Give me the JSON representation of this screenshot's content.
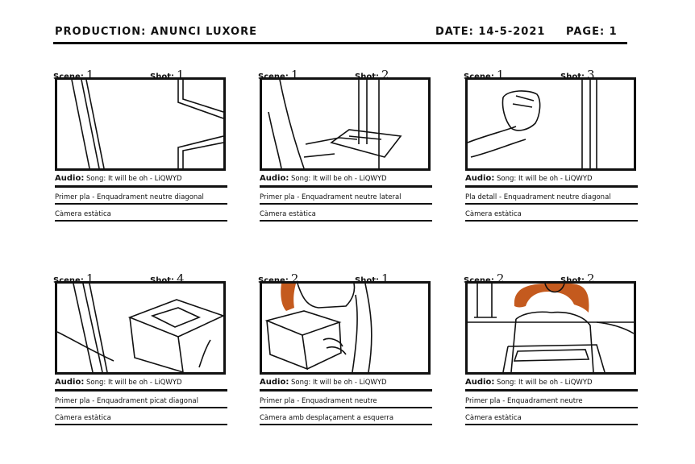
{
  "header": {
    "production": "PRODUCTION: ANUNCI LUXORE",
    "date": "DATE: 14-5-2021",
    "page": "PAGE: 1"
  },
  "labels": {
    "scene": "Scene:",
    "shot": "Shot:",
    "audio": "Audio:"
  },
  "panels": [
    {
      "scene": "1",
      "shot": "1",
      "audio": "Song: It will be oh - LiQWYD",
      "framing": "Primer pla - Enquadrament neutre diagonal",
      "camera": "Càmera estàtica"
    },
    {
      "scene": "1",
      "shot": "2",
      "audio": "Song: It will be oh - LiQWYD",
      "framing": "Primer pla - Enquadrament neutre lateral",
      "camera": "Càmera estàtica"
    },
    {
      "scene": "1",
      "shot": "3",
      "audio": "Song: It will be oh - LiQWYD",
      "framing": "Pla detall - Enquadrament neutre diagonal",
      "camera": "Càmera estàtica"
    },
    {
      "scene": "1",
      "shot": "4",
      "audio": "Song: It will be oh - LiQWYD",
      "framing": "Primer pla - Enquadrament picat diagonal",
      "camera": "Càmera estàtica"
    },
    {
      "scene": "2",
      "shot": "1",
      "audio": "Song: It will be oh - LiQWYD",
      "framing": "Primer pla - Enquadrament neutre",
      "camera": "Càmera amb desplaçament a esquerra"
    },
    {
      "scene": "2",
      "shot": "2",
      "audio": "Song: It will be oh - LiQWYD",
      "framing": "Primer pla - Enquadrament neutre",
      "camera": "Càmera estàtica"
    }
  ],
  "colors": {
    "ink": "#111111",
    "hair": "#c45a1e"
  }
}
